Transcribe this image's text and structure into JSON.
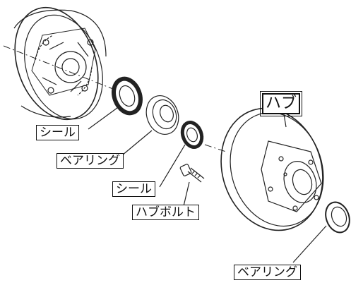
{
  "labels": {
    "seal_outer": "シール",
    "bearing_inner": "ベアリング",
    "seal_inner": "シール",
    "hub_bolt": "ハブボルト",
    "hub": "ハブ",
    "bearing_outer": "ベアリング"
  }
}
